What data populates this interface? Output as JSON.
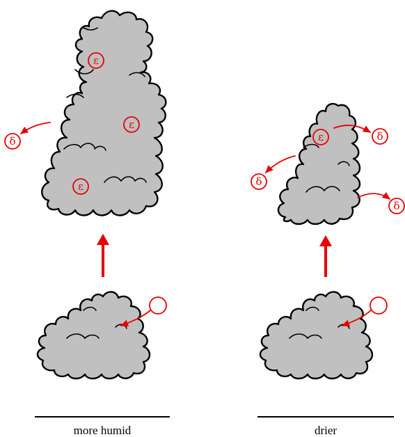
{
  "labels": {
    "left": "more humid",
    "right": "drier"
  },
  "symbols": {
    "entrainment": "ε",
    "detrainment": "δ"
  },
  "colors": {
    "cloud_fill": "#c0c0c0",
    "outline": "#000000",
    "arrow": "#e60000",
    "background": "#ffffff"
  },
  "icons": [
    "cloud-icon",
    "entrainment-circle-icon",
    "detrainment-circle-icon",
    "parcel-circle-icon",
    "up-arrow-icon"
  ]
}
